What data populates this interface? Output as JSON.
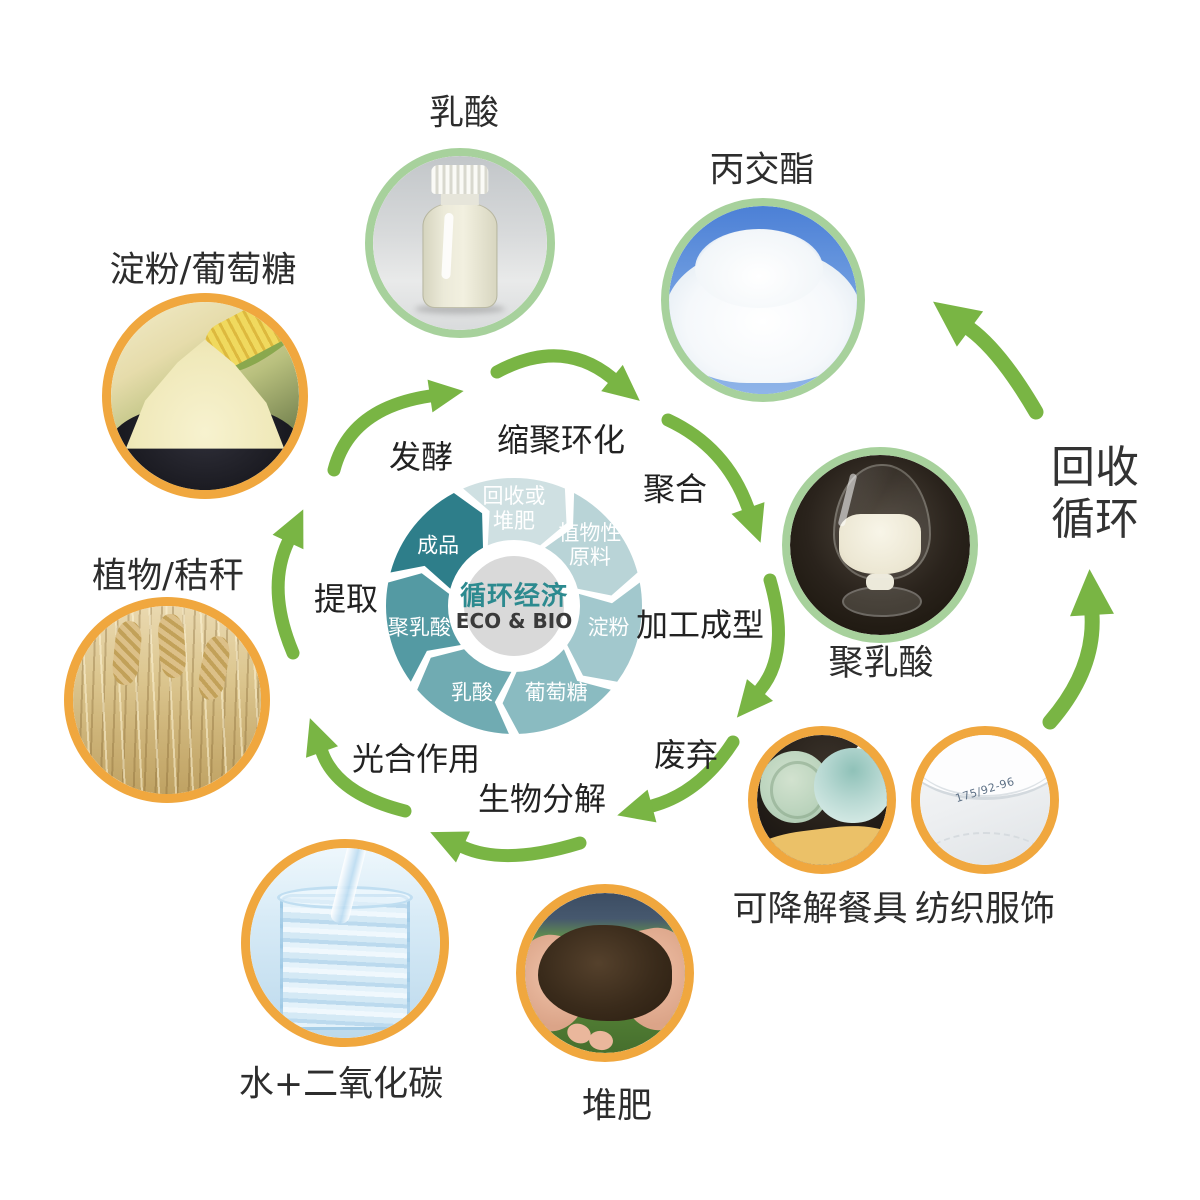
{
  "nodes": {
    "lactic_acid": {
      "label": "乳酸"
    },
    "lactide": {
      "label": "丙交酯"
    },
    "starch_glucose": {
      "label": "淀粉/葡萄糖"
    },
    "plant_straw": {
      "label": "植物/秸秆"
    },
    "pla": {
      "label": "聚乳酸"
    },
    "tableware": {
      "label": "可降解餐具"
    },
    "textile": {
      "label": "纺织服饰",
      "size_tag": "175/92-96"
    },
    "water_co2": {
      "label": "水+二氧化碳"
    },
    "compost": {
      "label": "堆肥"
    }
  },
  "recycle_text": {
    "line1": "回收",
    "line2": "循环"
  },
  "process": {
    "fermentation": "发酵",
    "condensation": "缩聚环化",
    "polymerization": "聚合",
    "molding": "加工成型",
    "discard": "废弃",
    "biodegradation": "生物分解",
    "photosynthesis": "光合作用",
    "extraction": "提取"
  },
  "wheel": {
    "center_title": "循环经济",
    "center_subtitle": "ECO & BIO",
    "segments": [
      {
        "lines": [
          "回收或",
          "堆肥"
        ],
        "color": "#cfe0e2"
      },
      {
        "lines": [
          "植物性",
          "原料"
        ],
        "color": "#b9d4d7"
      },
      {
        "lines": [
          "淀粉"
        ],
        "color": "#a2c8cd"
      },
      {
        "lines": [
          "葡萄糖"
        ],
        "color": "#8abbc1"
      },
      {
        "lines": [
          "乳酸"
        ],
        "color": "#70abb2"
      },
      {
        "lines": [
          "聚乳酸"
        ],
        "color": "#549aa3"
      },
      {
        "lines": [
          "成品"
        ],
        "color": "#2e7e8a"
      }
    ]
  },
  "colors": {
    "arrow_green": "#79b544",
    "ring_green": "#a7d19c",
    "ring_orange": "#f0a73e",
    "center_title_color": "#2c8a8f",
    "center_circle": "#d9d9d9"
  }
}
